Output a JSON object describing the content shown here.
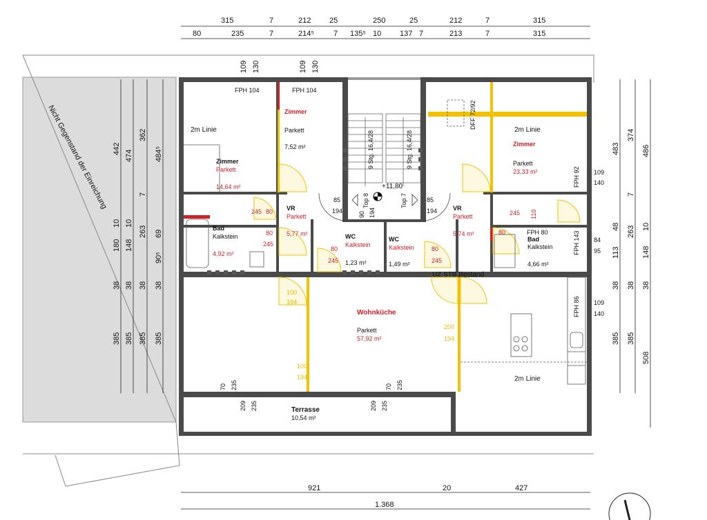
{
  "top_dims": {
    "row1": [
      "315",
      "7",
      "212",
      "25",
      "250",
      "25",
      "212",
      "7",
      "315"
    ],
    "row2": [
      "80",
      "235",
      "7",
      "214⁵",
      "7",
      "135⁵",
      "10",
      "137",
      "7",
      "213",
      "7",
      "315"
    ],
    "win_a": [
      "109",
      "130"
    ],
    "win_b": [
      "109",
      "130"
    ]
  },
  "bottom_dims": {
    "row1": [
      "921",
      "20",
      "427"
    ],
    "total": "1.368"
  },
  "left_dims": {
    "col1": [
      "442",
      "10",
      "180",
      "38",
      "385"
    ],
    "col2": [
      "474",
      "10",
      "148",
      "38",
      "385"
    ],
    "col3": [
      "362",
      "7",
      "263",
      "38",
      "385"
    ],
    "col4": [
      "484⁵",
      "69",
      "90⁵",
      "38",
      "385"
    ]
  },
  "right_dims": {
    "col1": [
      "483",
      "48",
      "113",
      "38",
      "385"
    ],
    "col2": [
      "374",
      "7",
      "263",
      "38",
      "385"
    ],
    "col3": [
      "486",
      "10",
      "148",
      "38",
      "508"
    ]
  },
  "labels": {
    "hatch": "Nicht Gegenstand der Einreichung",
    "level": "+11,80",
    "top8": "Top 8",
    "top7": "Top 7",
    "stairs_l": "9 Stg. 16,4/28",
    "stairs_r": "9 Stg. 16,4/28",
    "uz": "UZ STB Bestand",
    "dff": "DFF 72/92",
    "linie1": "2m Linie",
    "linie2": "2m Linie",
    "linie3": "2m Linie"
  },
  "windows": {
    "fph104a": "FPH 104",
    "fph104b": "FPH 104",
    "fph92": "FPH 92",
    "fph80": "FPH 80",
    "fph143": "FPH 143",
    "fph86": "FPH 86",
    "w92_109": "109",
    "w92_140": "140",
    "w143_84": "84",
    "w143_95": "95",
    "w86_109": "109",
    "w86_140": "140"
  },
  "rooms": {
    "zimmer_a": {
      "name": "Zimmer",
      "floor": "Parkett",
      "area": "14,64 m²"
    },
    "zimmer_b": {
      "name": "Zimmer",
      "floor": "Parkett",
      "area": "7,52 m²"
    },
    "zimmer_c": {
      "name": "Zimmer",
      "floor": "Parkett",
      "area": "23,33 m²"
    },
    "vr_l": {
      "name": "VR",
      "floor": "Parkett",
      "area": "5,77 m²"
    },
    "vr_r": {
      "name": "VR",
      "floor": "Parkett",
      "area": "5,74 m²"
    },
    "bad_l": {
      "name": "Bad",
      "floor": "Kalkstein",
      "area": "4,92 m²"
    },
    "bad_r": {
      "name": "Bad",
      "floor": "Kalkstein",
      "area": "4,66 m²"
    },
    "wc_l": {
      "name": "WC",
      "floor": "Kalkstein",
      "area": "1,23 m²"
    },
    "wc_r": {
      "name": "WC",
      "floor": "Kalkstein",
      "area": "1,49 m²"
    },
    "wohnkueche": {
      "name": "Wohnküche",
      "floor": "Parkett",
      "area": "57,92 m²"
    },
    "terrasse": {
      "name": "Terrasse",
      "area": "10,54 m²"
    }
  },
  "door_marks": [
    "85",
    "194",
    "85",
    "194",
    "80",
    "245",
    "80",
    "245",
    "80",
    "245",
    "80",
    "245",
    "80",
    "245",
    "90",
    "194",
    "100",
    "194",
    "100",
    "194",
    "200",
    "194",
    "70",
    "235",
    "70",
    "235",
    "209",
    "235",
    "209",
    "235",
    "110"
  ],
  "colors": {
    "wall": "#4a4a4a",
    "red": "#d0202a",
    "yellow": "#f2c200",
    "hatch": "#d9d9d9"
  }
}
